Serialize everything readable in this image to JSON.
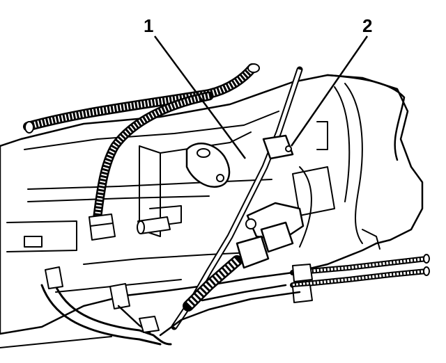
{
  "callouts": [
    {
      "id": 1,
      "label": "1"
    },
    {
      "id": 2,
      "label": "2"
    }
  ],
  "colors": {
    "ink": "#000000",
    "paper": "#ffffff"
  }
}
